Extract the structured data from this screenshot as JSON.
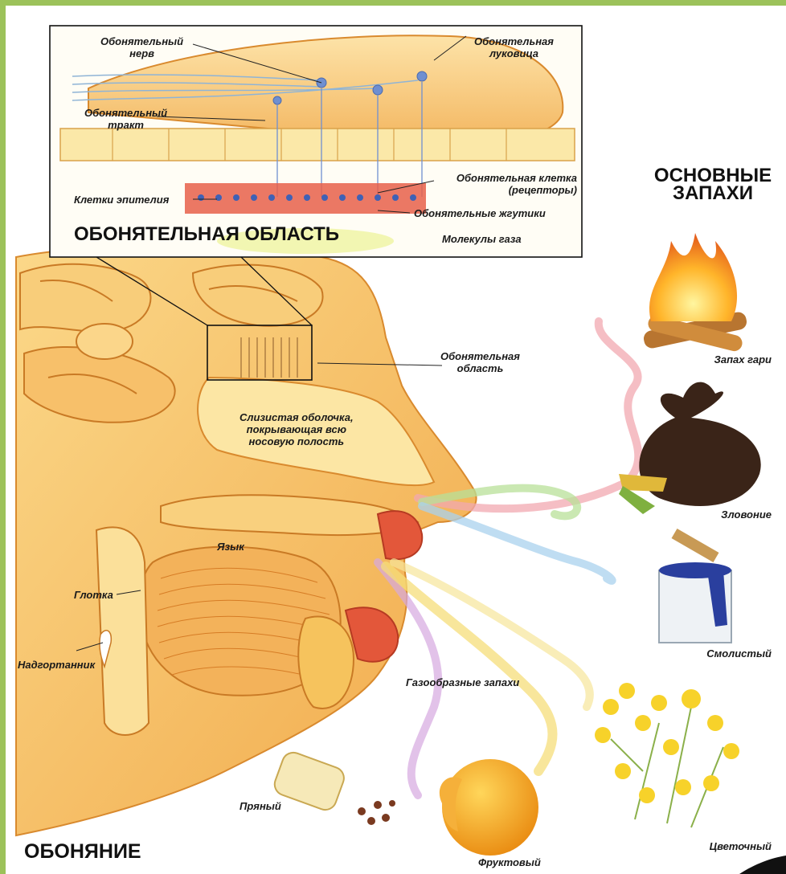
{
  "titles": {
    "main": "ОБОНЯНИЕ",
    "inset": "ОБОНЯТЕЛЬНАЯ ОБЛАСТЬ",
    "smells_line1": "ОСНОВНЫЕ",
    "smells_line2": "ЗАПАХИ"
  },
  "inset_labels": {
    "nerve_line1": "Обонятельный",
    "nerve_line2": "нерв",
    "bulb_line1": "Обонятельная",
    "bulb_line2": "луковица",
    "tract_line1": "Обонятельный",
    "tract_line2": "тракт",
    "cell_line1": "Обонятельная клетка",
    "cell_line2": "(рецепторы)",
    "epithelium": "Клетки эпителия",
    "cilia": "Обонятельные жгутики",
    "gas": "Молекулы газа"
  },
  "head_labels": {
    "area_line1": "Обонятельная",
    "area_line2": "область",
    "mucosa_line1": "Слизистая оболочка,",
    "mucosa_line2": "покрывающая всю",
    "mucosa_line3": "носовую полость",
    "tongue": "Язык",
    "pharynx": "Глотка",
    "epiglottis": "Надгортанник",
    "gases": "Газообразные запахи"
  },
  "smells": {
    "burnt": "Запах гари",
    "foul": "Зловоние",
    "resin": "Смолистый",
    "spicy": "Пряный",
    "fruity": "Фруктовый",
    "floral": "Цветочный"
  },
  "colors": {
    "border": "#9cc25a",
    "tissue": "#f6c46a",
    "tissue_dark": "#e58f2c",
    "tissue_light": "#fde9a6"
  }
}
